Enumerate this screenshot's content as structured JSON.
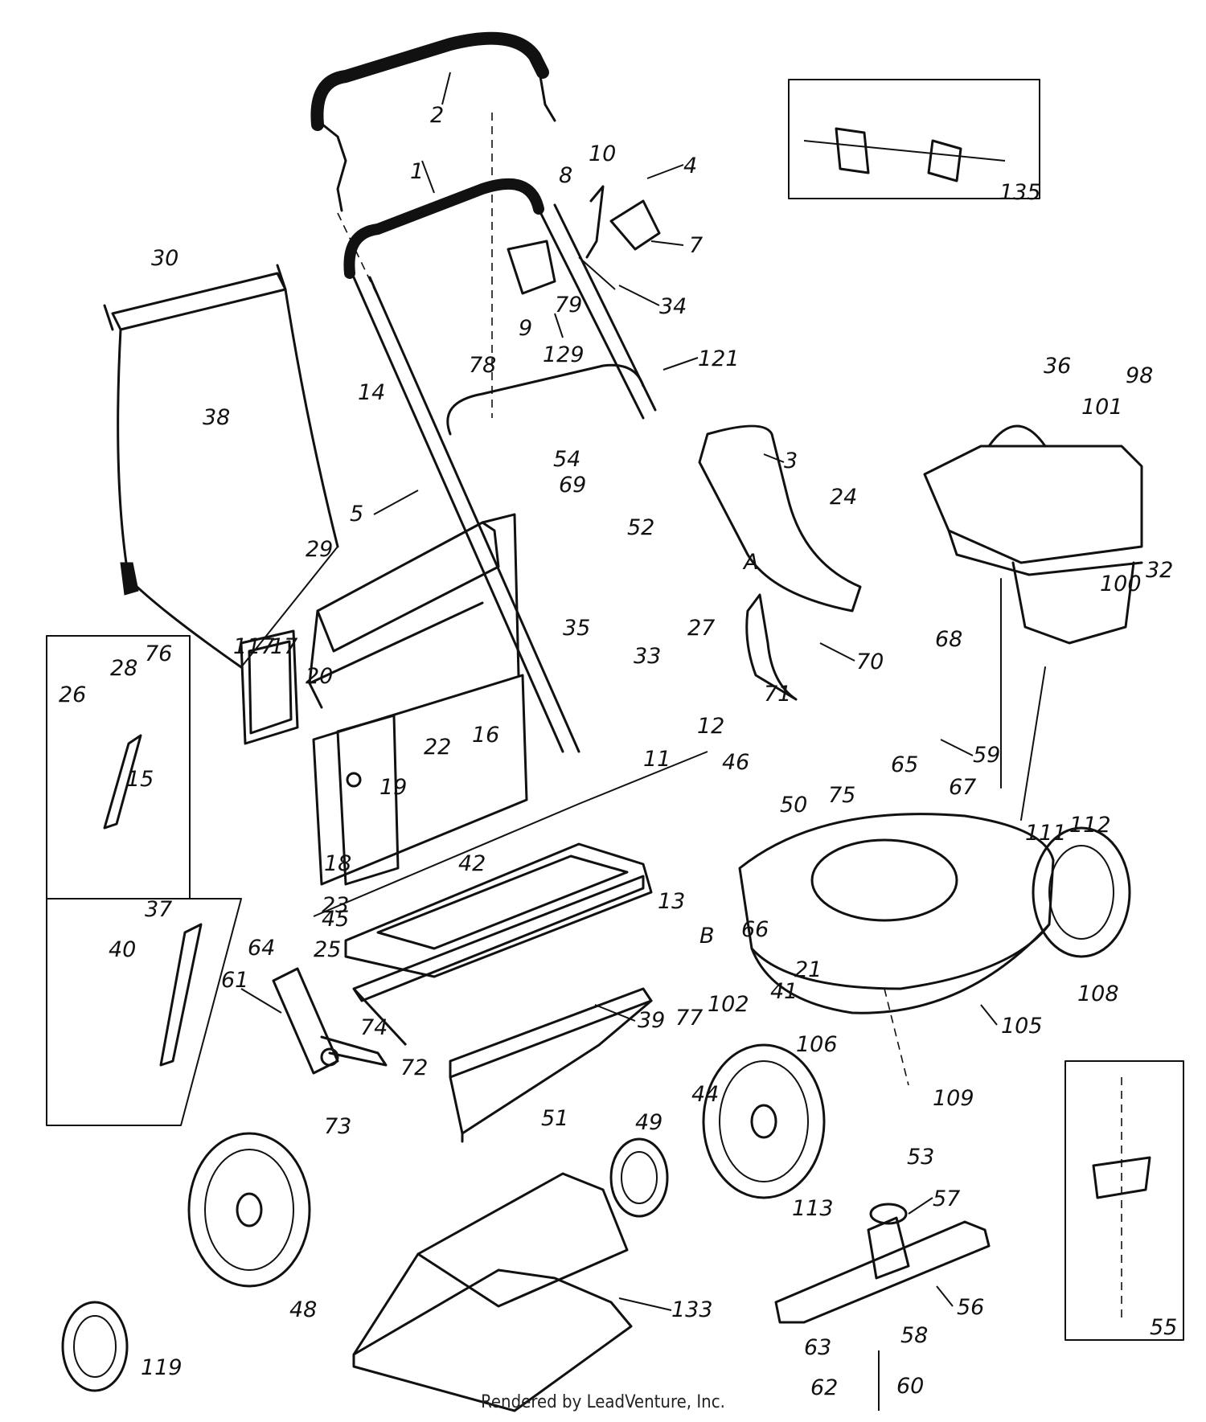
{
  "footer": "Rendered by LeadVenture, Inc.",
  "callouts": [
    "1",
    "2",
    "3",
    "4",
    "5",
    "7",
    "8",
    "9",
    "10",
    "11",
    "12",
    "13",
    "14",
    "15",
    "16",
    "17",
    "18",
    "19",
    "20",
    "21",
    "22",
    "23",
    "24",
    "25",
    "26",
    "27",
    "28",
    "29",
    "30",
    "32",
    "33",
    "34",
    "35",
    "36",
    "37",
    "38",
    "39",
    "40",
    "41",
    "42",
    "44",
    "45",
    "46",
    "48",
    "49",
    "50",
    "51",
    "52",
    "53",
    "54",
    "55",
    "56",
    "57",
    "58",
    "59",
    "60",
    "61",
    "62",
    "63",
    "64",
    "65",
    "66",
    "67",
    "68",
    "69",
    "70",
    "71",
    "72",
    "73",
    "74",
    "75",
    "76",
    "77",
    "78",
    "79",
    "98",
    "100",
    "101",
    "102",
    "105",
    "106",
    "108",
    "109",
    "111",
    "112",
    "113",
    "117",
    "119",
    "121",
    "129",
    "133",
    "135",
    "A",
    "B"
  ]
}
